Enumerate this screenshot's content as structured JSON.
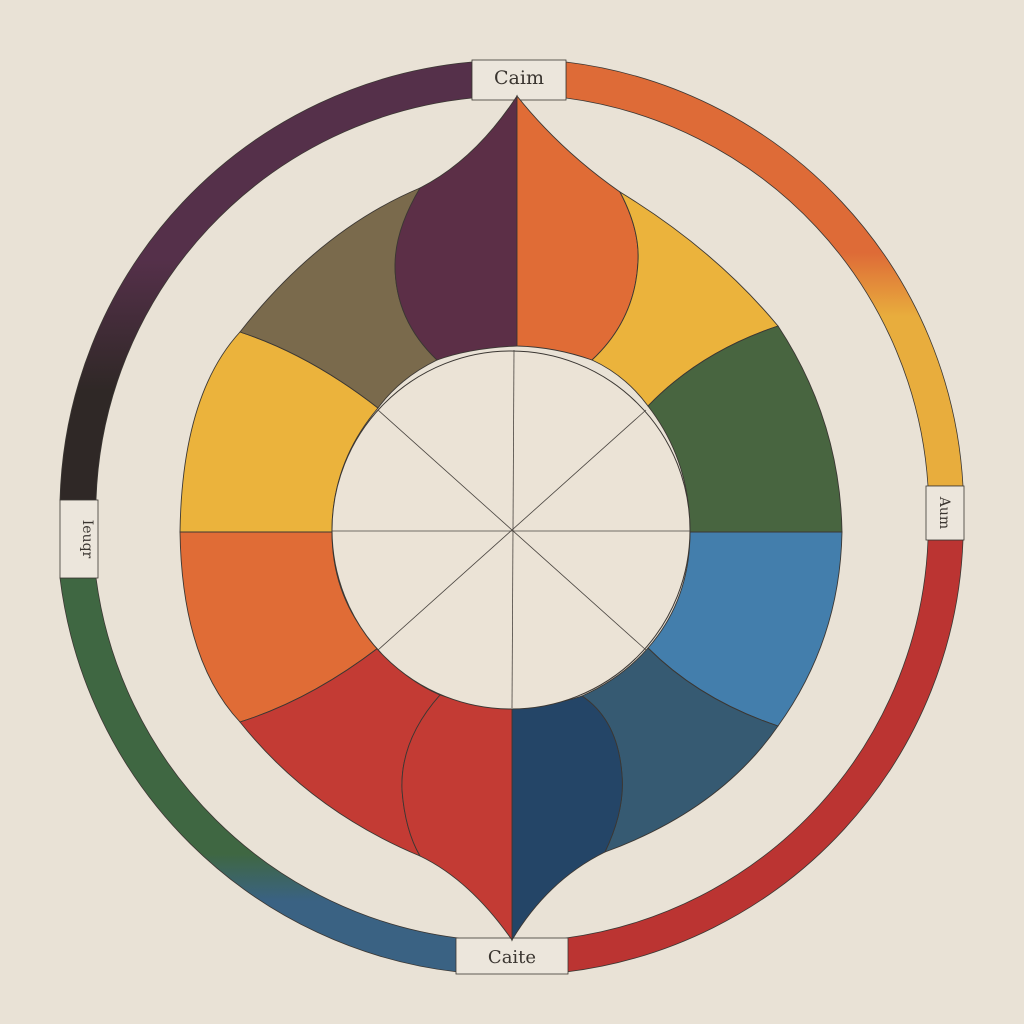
{
  "labels": {
    "top": "Caim",
    "bottom": "Caite",
    "left": "Ieuqr",
    "right": "Aum"
  },
  "colors": {
    "paper": "#e9e2d6",
    "line": "#3b3733",
    "purple": "#5c2f47",
    "orange": "#e06c36",
    "yellow": "#ebb33c",
    "olive": "#7a6a4c",
    "green": "#486540",
    "blue": "#437eac",
    "slate_blue": "#365a72",
    "navy": "#244567",
    "red": "#c33b34",
    "ring_dark": "#2f2826",
    "ring_purple": "#55304a",
    "ring_orange": "#de6b37",
    "ring_yellow": "#e8ad3d",
    "ring_red": "#bb3432",
    "ring_green": "#3f6742",
    "ring_blue": "#3a6283"
  }
}
